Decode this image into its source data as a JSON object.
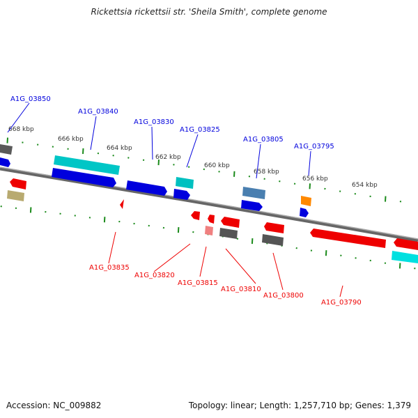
{
  "title": "Rickettsia rickettsii str. 'Sheila Smith', complete genome",
  "footer": {
    "accession": "Accession: NC_009882",
    "summary": "Topology: linear; Length: 1,257,710 bp; Genes: 1,379"
  },
  "colors": {
    "forward_label": "#0000dd",
    "reverse_label": "#ee0000",
    "ticks": "#1a8a1a",
    "backbone": "#888888"
  },
  "scale_labels": [
    "668 kbp",
    "666 kbp",
    "664 kbp",
    "662 kbp",
    "660 kbp",
    "658 kbp",
    "656 kbp",
    "654 kbp"
  ],
  "forward_labels": [
    "A1G_03850",
    "A1G_03840",
    "A1G_03830",
    "A1G_03825",
    "A1G_03805",
    "A1G_03795"
  ],
  "reverse_labels": [
    "A1G_03835",
    "A1G_03820",
    "A1G_03815",
    "A1G_03810",
    "A1G_03800",
    "A1G_03790"
  ]
}
